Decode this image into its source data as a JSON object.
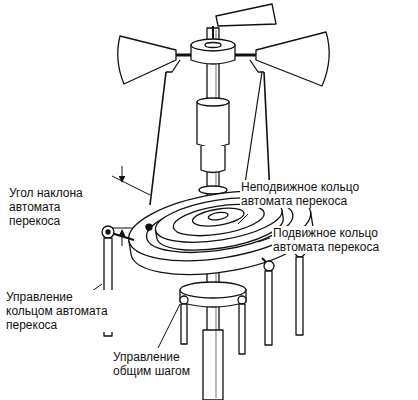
{
  "diagram": {
    "labels": [
      "Угол наклона автомата перекоса",
      "Неподвижное кольцо автомата перекоса",
      "Подвижное кольцо автомата перекоса",
      "Управление кольцом автомата перекоса",
      "Управление общим шагом"
    ]
  }
}
